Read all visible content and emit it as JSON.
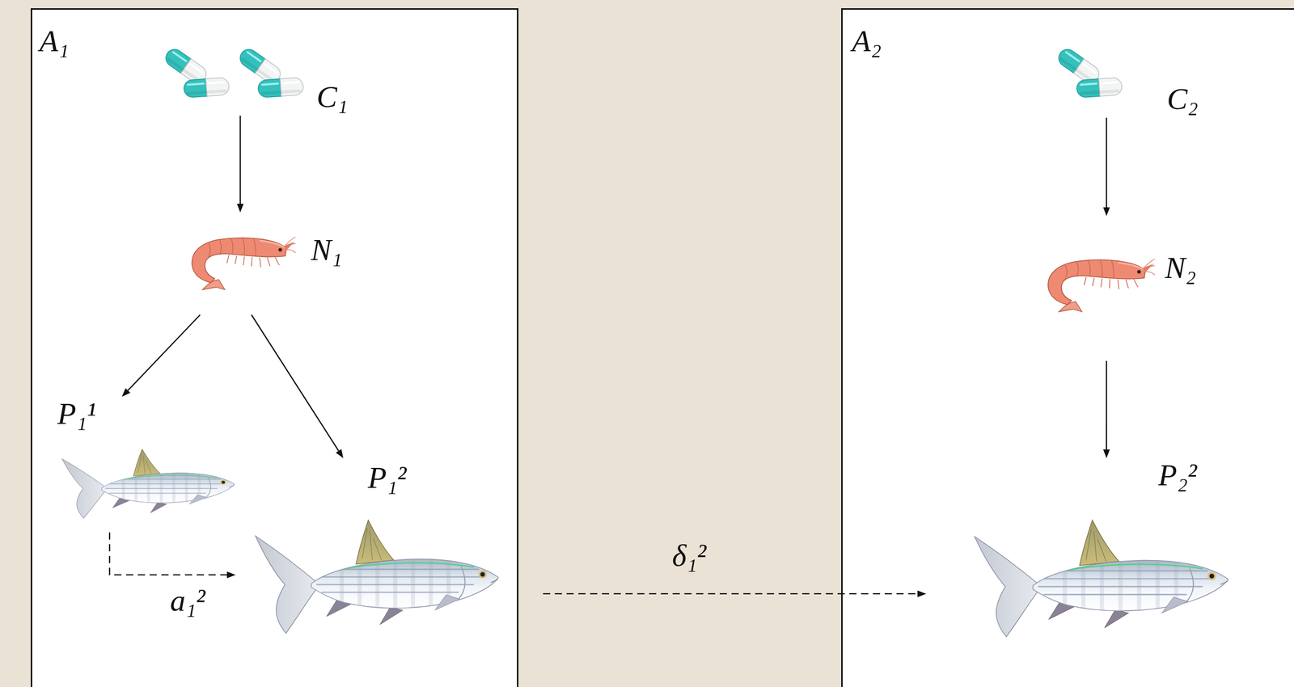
{
  "diagram": {
    "nodes": [
      {
        "text": [
          "A₁"
        ]
      },
      {
        "text": [
          "C₁"
        ],
        "in": 0
      },
      {
        "text": [
          "N₁"
        ],
        "in": 0
      },
      {
        "text": [
          "P₁¹"
        ],
        "in": 0
      },
      {
        "text": [
          "P₁²"
        ],
        "in": 0
      },
      {
        "text": [
          "A₂"
        ]
      },
      {
        "text": [
          "C₂"
        ],
        "in": 5
      },
      {
        "text": [
          "N₂"
        ],
        "in": 5
      },
      {
        "text": [
          "P₂²"
        ],
        "in": 5
      }
    ],
    "edges": [
      {
        "from": 1,
        "to": 2,
        "arrow": "to"
      },
      {
        "from": 2,
        "to": 3,
        "arrow": "to"
      },
      {
        "from": 2,
        "to": 4,
        "arrow": "to"
      },
      {
        "from": 3,
        "to": 4,
        "label": "a₁²",
        "arrow": "to"
      },
      {
        "from": 4,
        "to": 8,
        "label": "δ₁²",
        "arrow": "to"
      },
      {
        "from": 6,
        "to": 7,
        "arrow": "to"
      },
      {
        "from": 7,
        "to": 8,
        "arrow": "to"
      }
    ]
  }
}
